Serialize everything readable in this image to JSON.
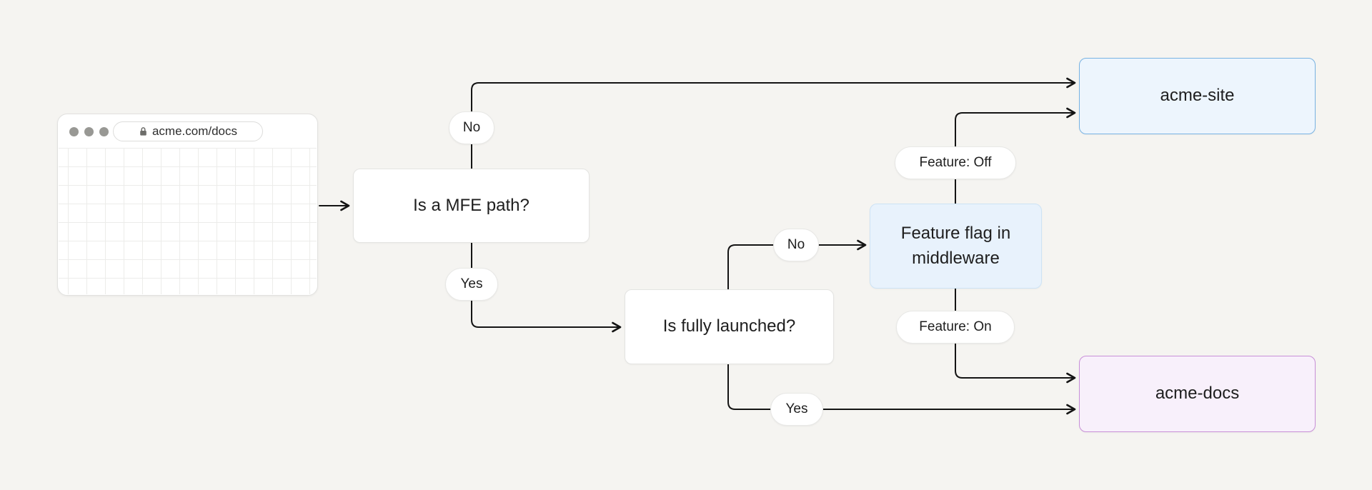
{
  "browser": {
    "url": "acme.com/docs"
  },
  "nodes": {
    "mfe_path": {
      "label": "Is a MFE path?"
    },
    "fully_launched": {
      "label": "Is fully launched?"
    },
    "feature_flag": {
      "label": "Feature flag in middleware"
    },
    "acme_site": {
      "label": "acme-site"
    },
    "acme_docs": {
      "label": "acme-docs"
    }
  },
  "edge_labels": {
    "mfe_no": "No",
    "mfe_yes": "Yes",
    "launched_no": "No",
    "launched_yes": "Yes",
    "feature_off": "Feature: Off",
    "feature_on": "Feature: On"
  },
  "colors": {
    "bg": "#f5f4f1",
    "line": "#141414",
    "feature_flag_bg": "#e8f2fc",
    "feature_flag_border": "#cde3f5",
    "site_bg": "#edf5fd",
    "site_border": "#79b3e3",
    "docs_bg": "#f8f0fb",
    "docs_border": "#c890d8"
  }
}
